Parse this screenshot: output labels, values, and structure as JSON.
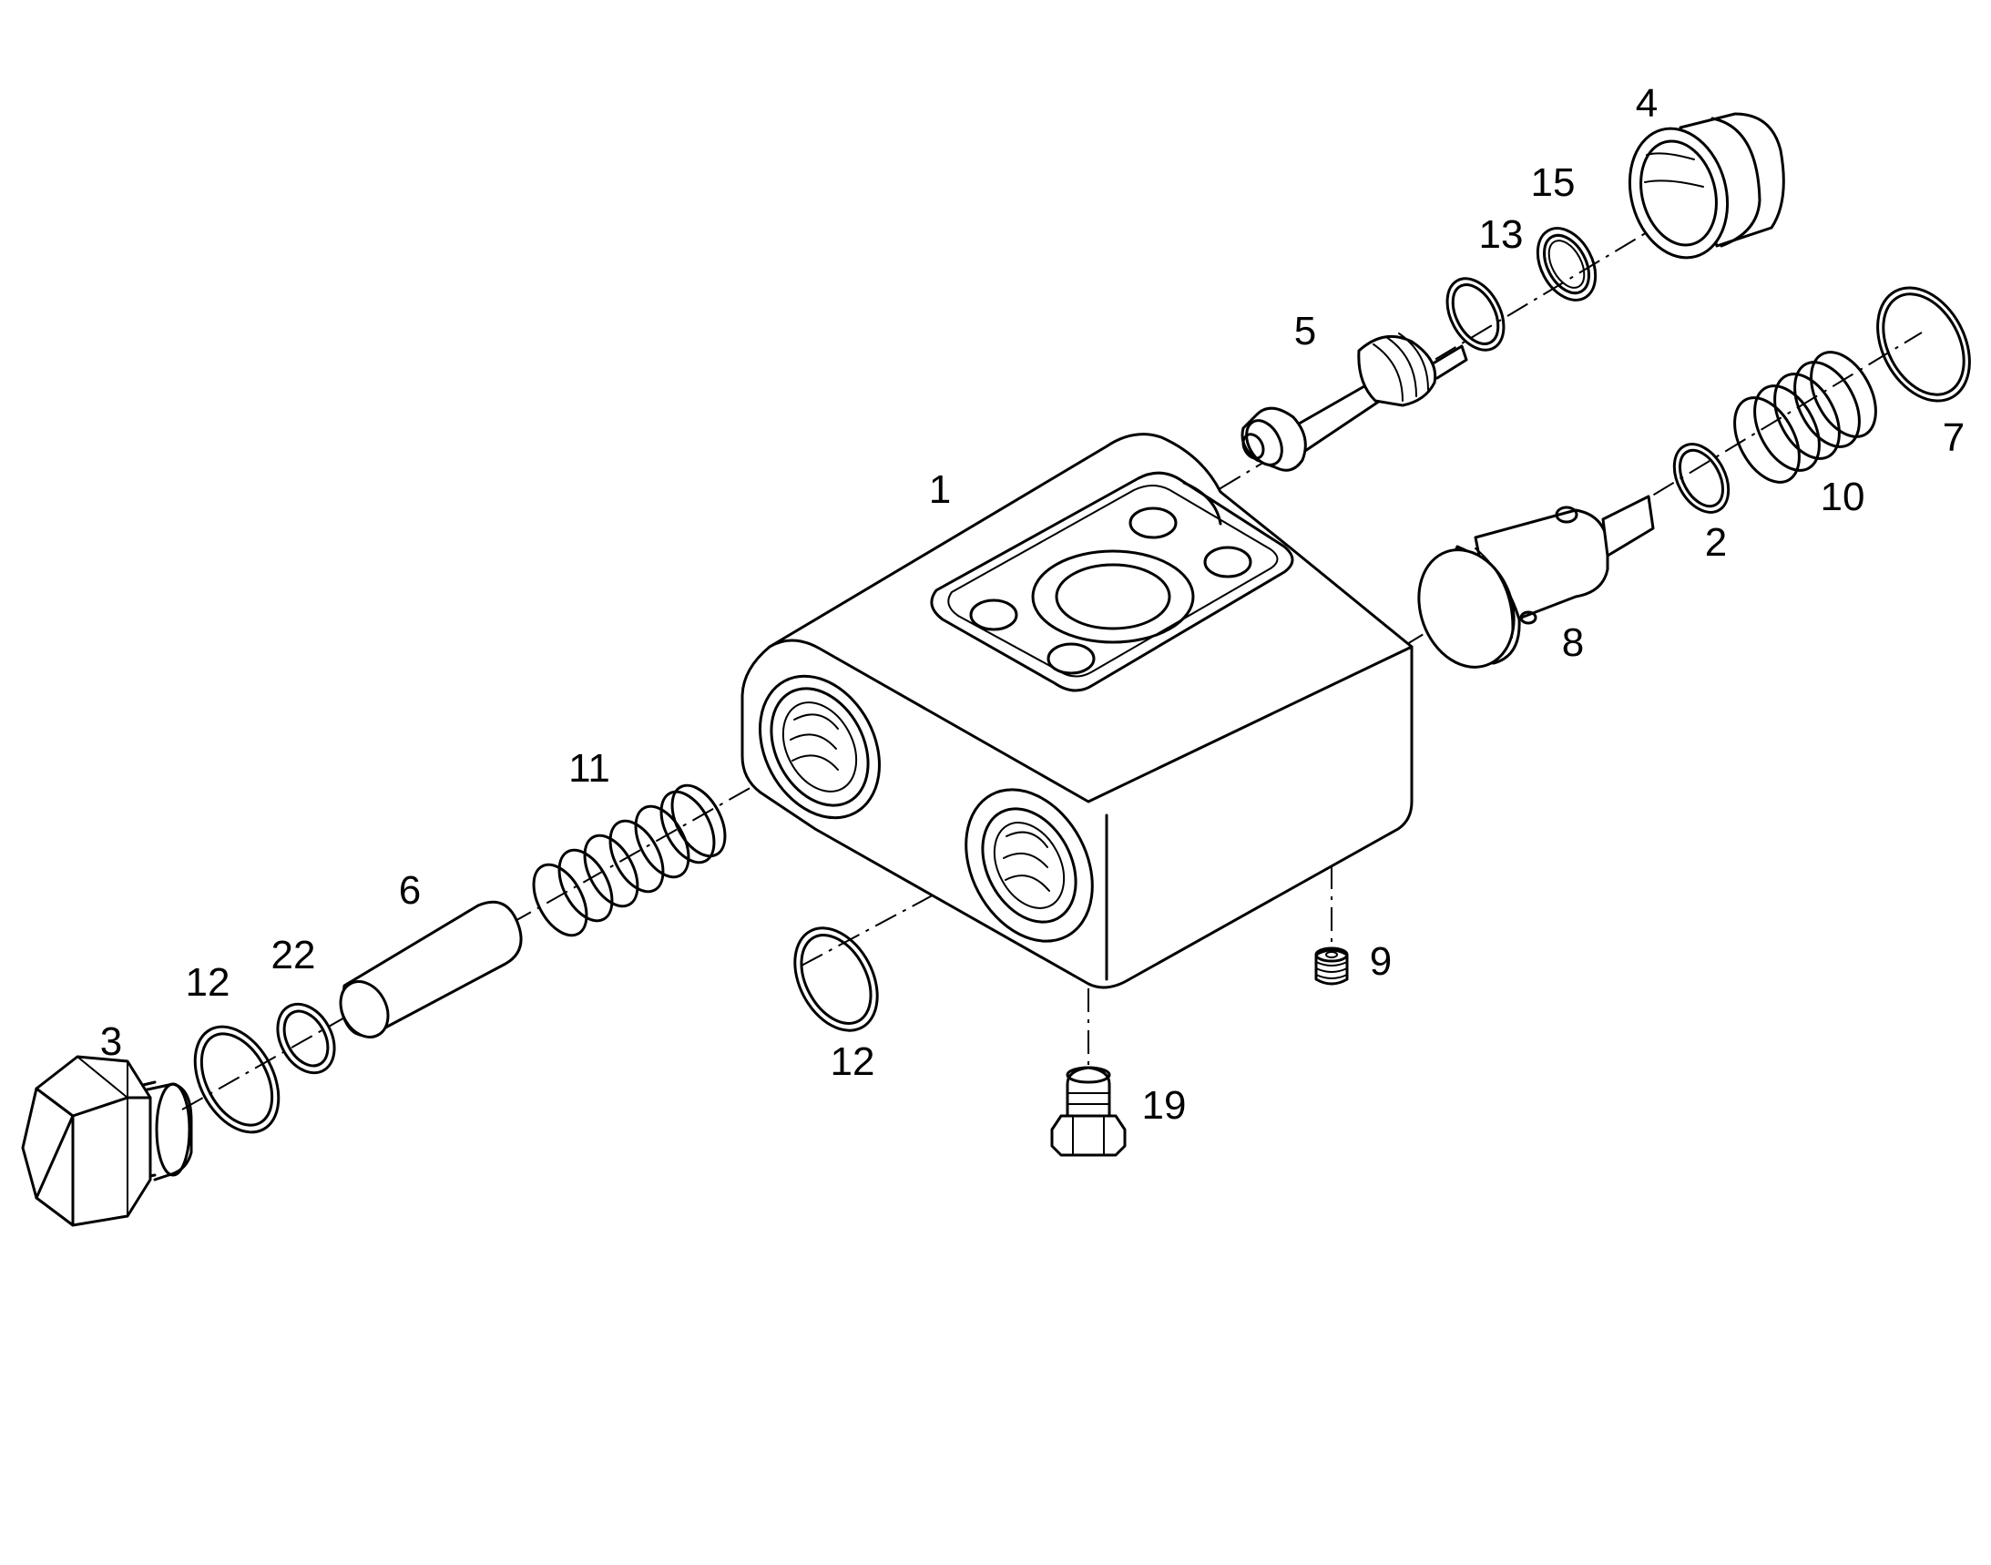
{
  "diagram": {
    "callouts": {
      "c1": "1",
      "c2": "2",
      "c3": "3",
      "c4": "4",
      "c5": "5",
      "c6": "6",
      "c7": "7",
      "c8": "8",
      "c9": "9",
      "c10": "10",
      "c11": "11",
      "c12_left": "12",
      "c12_center": "12",
      "c13": "13",
      "c15": "15",
      "c19": "19",
      "c22": "22"
    }
  }
}
